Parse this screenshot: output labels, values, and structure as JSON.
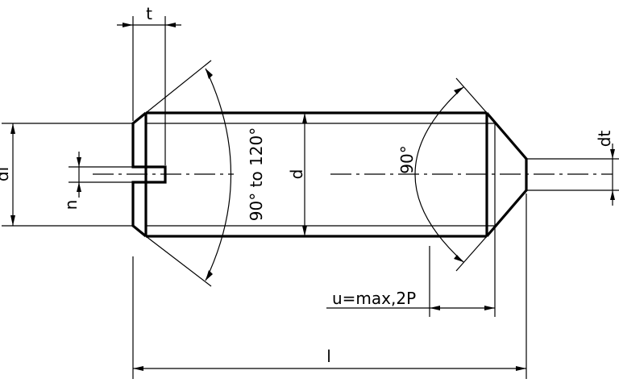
{
  "labels": {
    "t": "t",
    "dl": "dl",
    "n": "n",
    "chamfer_angle": "90° to 120°",
    "d": "d",
    "cone_angle": "90°",
    "dt": "dt",
    "u": "u=max,2P",
    "l": "l"
  }
}
